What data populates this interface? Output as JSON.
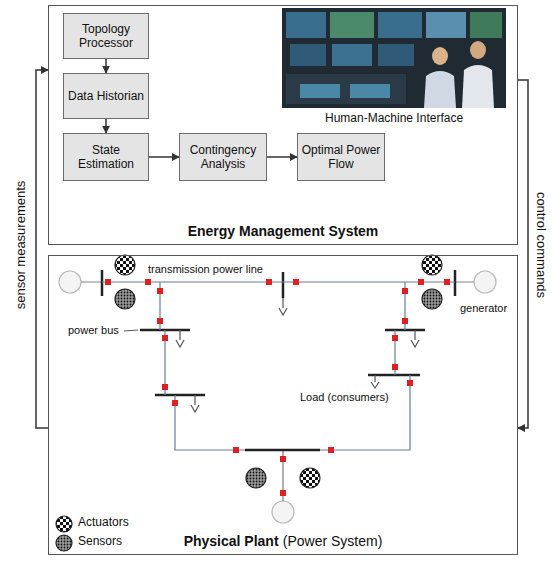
{
  "diagram": {
    "nodes": [
      {
        "text": [
          "Energy Management System"
        ]
      },
      {
        "text": [
          "Topology Processor"
        ],
        "in": 0
      },
      {
        "text": [
          "Data Historian"
        ],
        "in": 0
      },
      {
        "text": [
          "State Estimation"
        ],
        "in": 0
      },
      {
        "text": [
          "Contingency Analysis"
        ],
        "in": 0
      },
      {
        "text": [
          "Optimal Power Flow"
        ],
        "in": 0
      },
      {
        "text": [
          "Physical Plant",
          "(Power System)"
        ]
      }
    ],
    "edges": [
      {
        "from": 1,
        "to": 2,
        "arrow": "to"
      },
      {
        "from": 2,
        "to": 3,
        "arrow": "to"
      },
      {
        "from": 3,
        "to": 4,
        "arrow": "to"
      },
      {
        "from": 4,
        "to": 5,
        "arrow": "to"
      },
      {
        "from": 6,
        "to": 0,
        "label": "sensor measurements",
        "arrow": "to"
      },
      {
        "from": 0,
        "to": 6,
        "label": "control commands",
        "arrow": "to"
      }
    ],
    "labels": [
      "Human-Machine Interface",
      "transmission power line",
      "power bus",
      "Load (consumers)",
      "generator"
    ],
    "legend": [
      {
        "text": "Actuators"
      },
      {
        "text": "Sensors"
      }
    ]
  }
}
